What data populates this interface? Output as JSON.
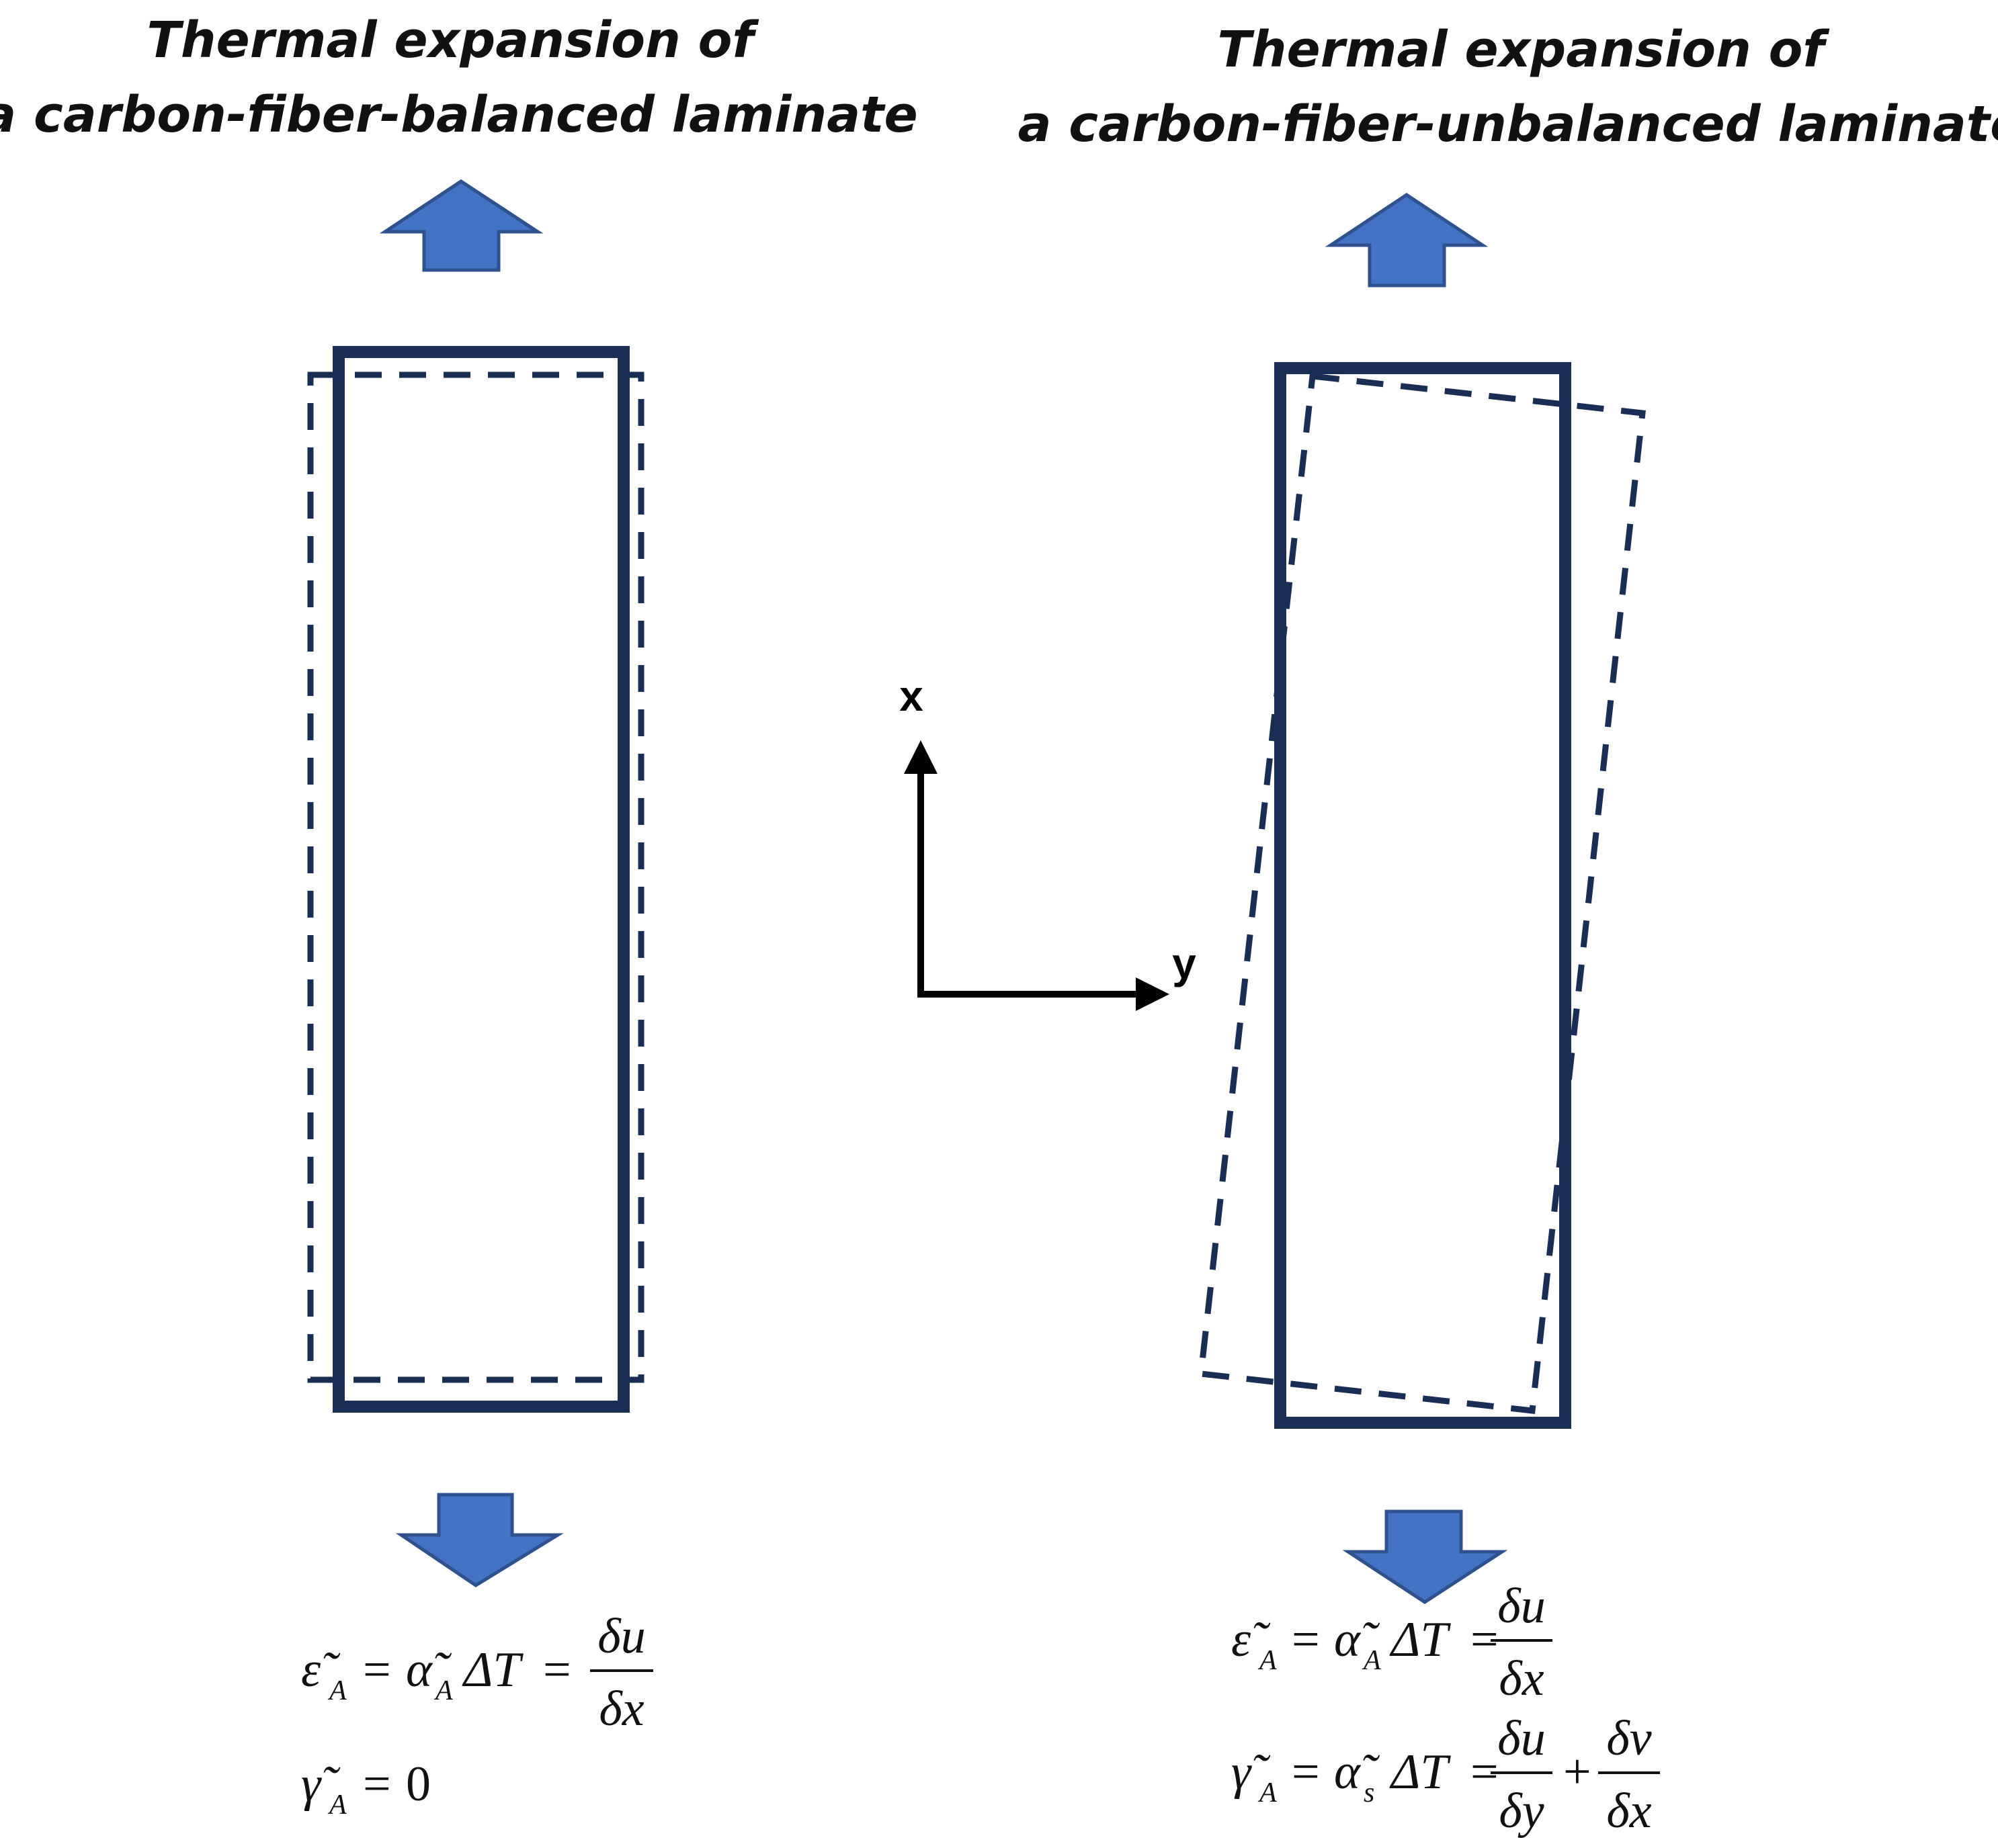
{
  "panels": {
    "left": {
      "title_line1": "Thermal expansion of",
      "title_line2": "a carbon-fiber-balanced laminate"
    },
    "right": {
      "title_line1": "Thermal expansion of",
      "title_line2": "a carbon-fiber-unbalanced laminate"
    }
  },
  "axes": {
    "x_label": "x",
    "y_label": "y"
  },
  "equations": {
    "eps": "ε̃",
    "alpha": "α̃",
    "gamma": "γ̃",
    "sub_A": "A",
    "sub_s": "s",
    "equals": "=",
    "plus": "+",
    "deltaT": "ΔT",
    "du": "δu",
    "dv": "δv",
    "dx": "δx",
    "dy": "δy",
    "zero": "0"
  },
  "colors": {
    "frame": "#1a2e55",
    "arrow_fill": "#4472c4",
    "arrow_stroke": "#2f528f",
    "axis": "#000000"
  }
}
